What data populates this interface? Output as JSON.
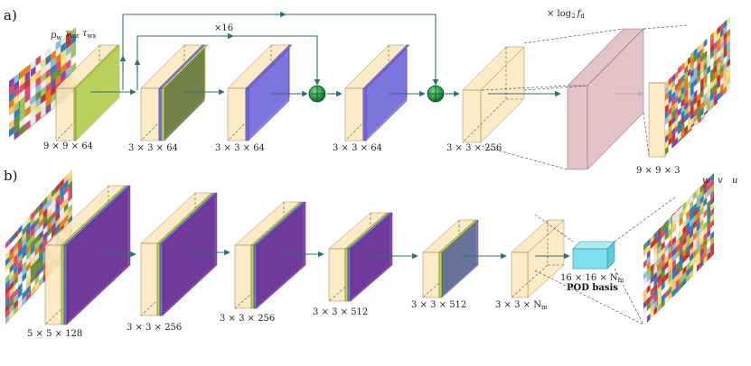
{
  "panels": {
    "a": {
      "row_label": "a)",
      "input_labels": {
        "p": "p",
        "p_sub": "w",
        "t1": "τ",
        "t1_sub": "wz",
        "t2": "τ",
        "t2_sub": "wx"
      },
      "repeat_label": "×16",
      "repeat_log_label": "× log",
      "repeat_log_sub": "2",
      "repeat_log_var": "f",
      "repeat_log_var_sub": "d",
      "dims": [
        "9 × 9 × 64",
        "3 × 3 × 64",
        "3 × 3 × 64",
        "3 × 3 × 64",
        "3 × 3 × 256",
        "9 × 9 × 3"
      ]
    },
    "b": {
      "row_label": "b)",
      "output_labels": [
        "w",
        "v",
        "u"
      ],
      "dims": [
        "5 × 5 × 128",
        "3 × 3 × 256",
        "3 × 3 × 256",
        "3 × 3 × 512",
        "3 × 3 × 512",
        "3 × 3 × N"
      ],
      "dim_last_sub": "m",
      "pod_dims": "16 × 16 × N",
      "pod_dims_sub": "m",
      "pod_label": "POD basis"
    }
  },
  "colors": {
    "bn": "#fde9bf",
    "conv": "#7b72de",
    "act": "#b9d15b",
    "pool": "#6d2c8f",
    "dense": "#dcb9c0",
    "pod": "#7fe0ee",
    "arrow": "#2f6f75",
    "sum": "#1f8a3c"
  }
}
